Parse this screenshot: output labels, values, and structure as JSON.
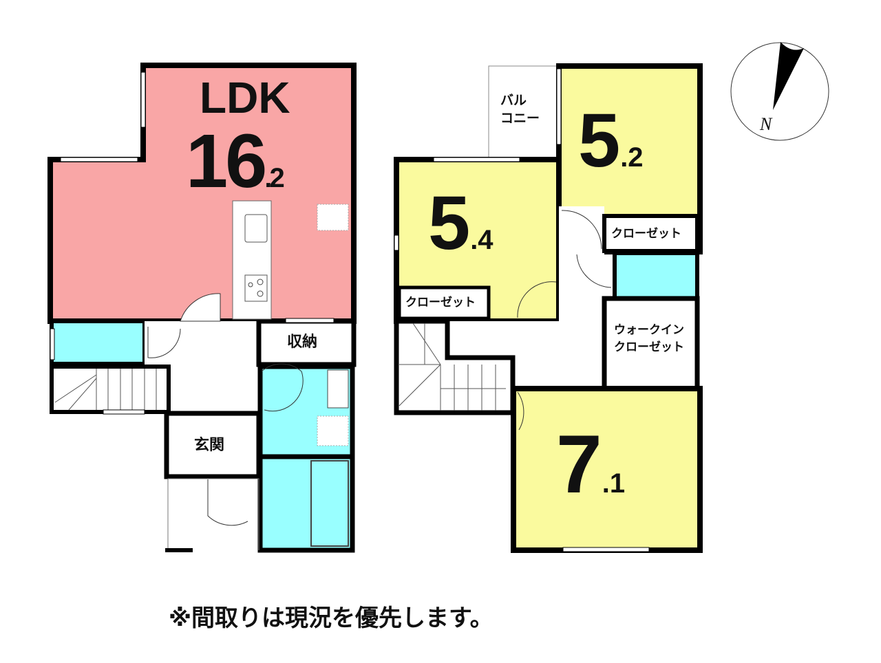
{
  "floor1": {
    "ldk": {
      "name": "LDK",
      "size_int": "16",
      "size_dec": ".2"
    },
    "storage": "収納",
    "entrance": "玄関"
  },
  "floor2": {
    "room_a": {
      "size_int": "5",
      "size_dec": ".4",
      "closet": "クローゼット"
    },
    "room_b": {
      "size_int": "5",
      "size_dec": ".2",
      "closet": "クローゼット"
    },
    "room_c": {
      "size_int": "7",
      "size_dec": ".1"
    },
    "balcony_line1": "バル",
    "balcony_line2": "コニー",
    "wic_line1": "ウォークイン",
    "wic_line2": "クローゼット"
  },
  "compass": {
    "label": "N"
  },
  "note": "※間取りは現況を優先します。",
  "colors": {
    "ldk": "#f9a6a6",
    "wet": "#99ffff",
    "room": "#fafa9e",
    "wall": "#000000"
  }
}
